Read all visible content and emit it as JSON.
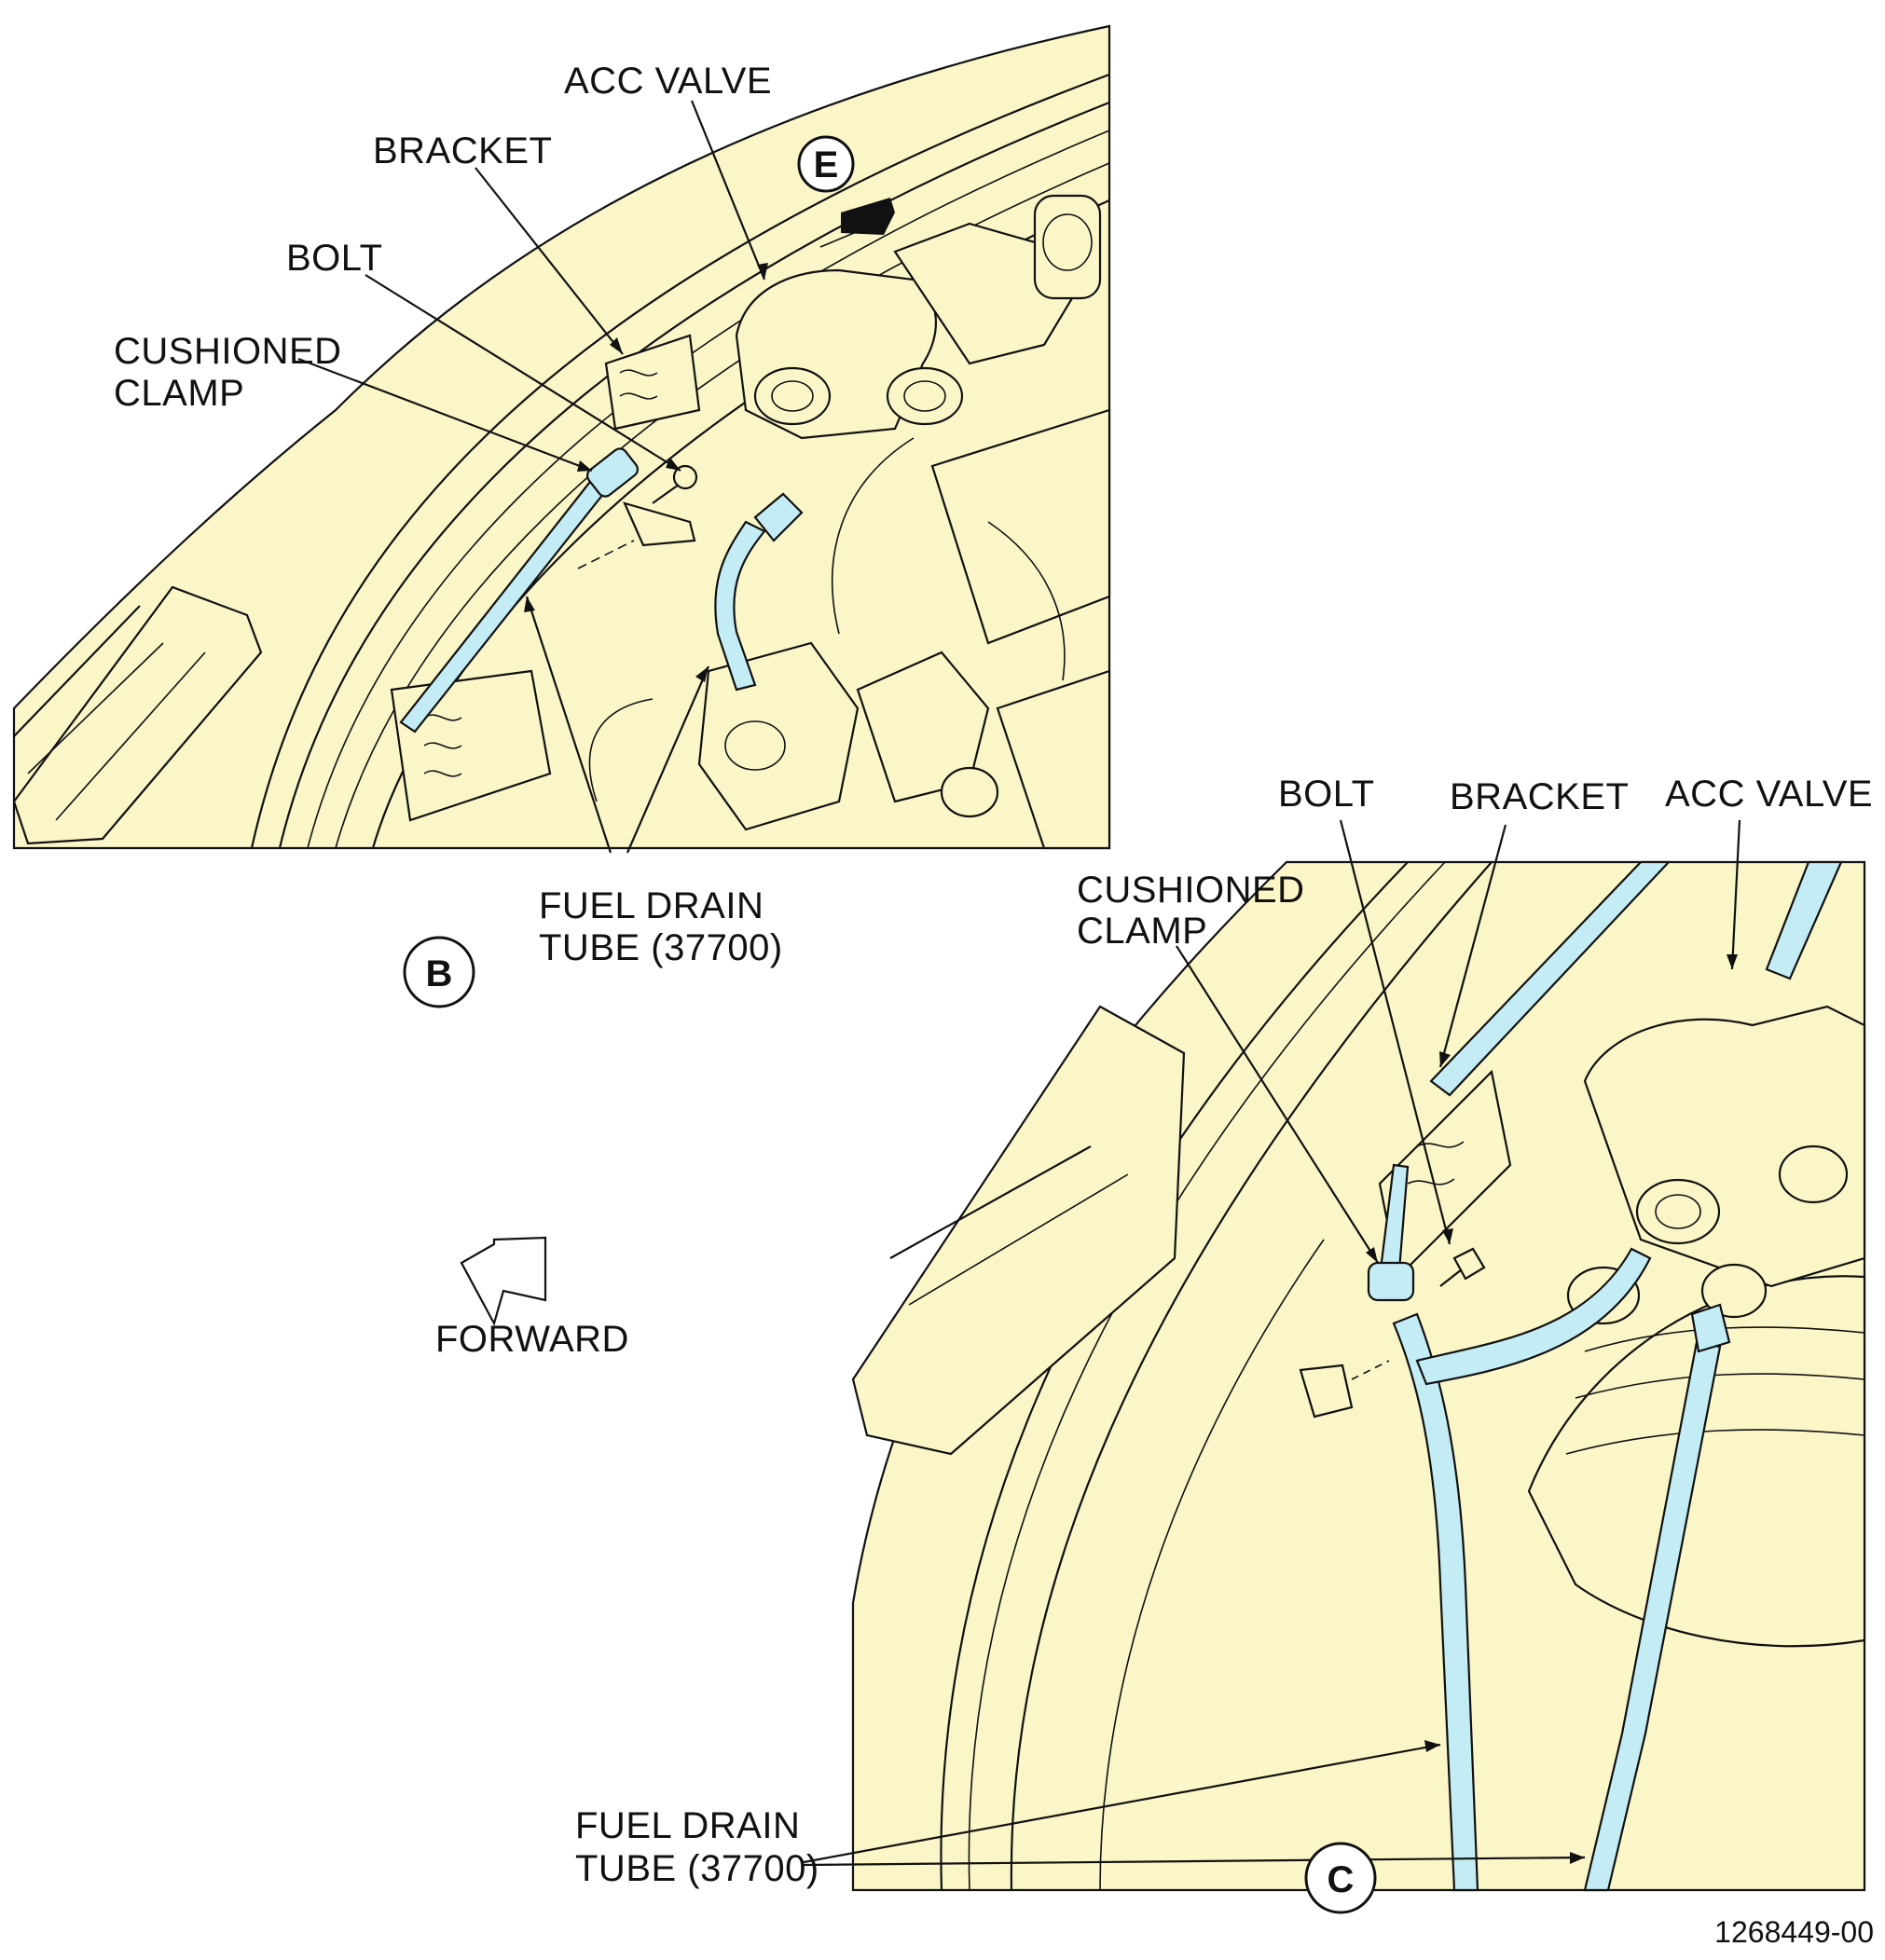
{
  "colors": {
    "background": "#ffffff",
    "panel_fill": "#faf6c8",
    "tube_fill": "#c3ecf5",
    "line": "#111111"
  },
  "view_b": {
    "labels": {
      "acc_valve": "ACC VALVE",
      "bracket": "BRACKET",
      "bolt": "BOLT",
      "cushioned_clamp_line1": "CUSHIONED",
      "cushioned_clamp_line2": "CLAMP",
      "fuel_drain_line1": "FUEL DRAIN",
      "fuel_drain_line2": "TUBE (37700)"
    },
    "view_callout": "E",
    "view_badge": "B"
  },
  "view_c": {
    "labels": {
      "bolt": "BOLT",
      "bracket": "BRACKET",
      "acc_valve": "ACC VALVE",
      "cushioned_clamp_line1": "CUSHIONED",
      "cushioned_clamp_line2": "CLAMP",
      "fuel_drain_line1": "FUEL DRAIN",
      "fuel_drain_line2": "TUBE (37700)"
    },
    "view_badge": "C"
  },
  "forward_label": "FORWARD",
  "figure_id": "1268449-00"
}
